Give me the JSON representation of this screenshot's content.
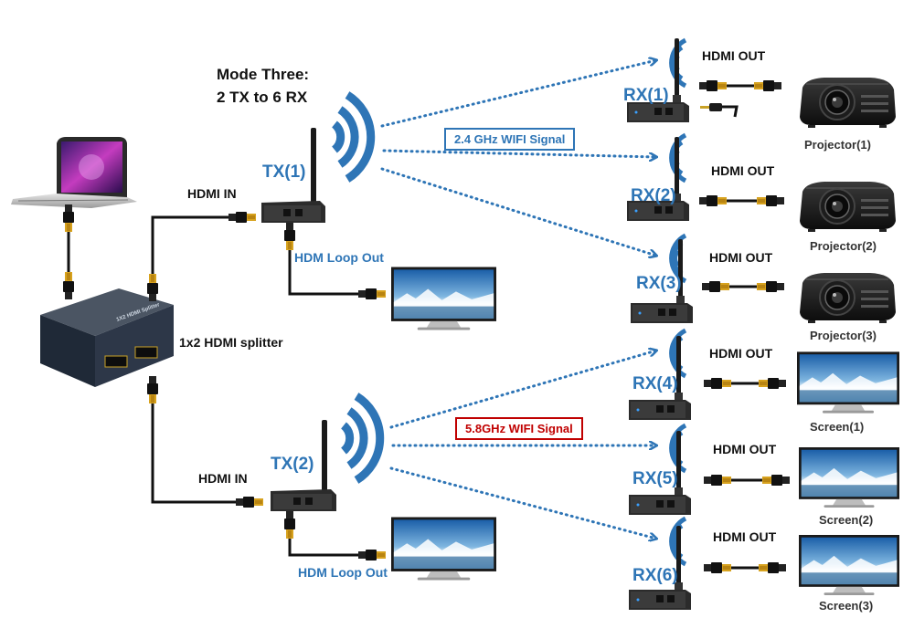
{
  "title": {
    "line1": "Mode Three:",
    "line2": "2 TX to 6 RX"
  },
  "signals": {
    "band_24": {
      "label": "2.4 GHz WIFI Signal",
      "color": "#2e75b6"
    },
    "band_58": {
      "label": "5.8GHz WIFI Signal",
      "color": "#c00000"
    }
  },
  "splitter": {
    "label": "1x2 HDMI splitter"
  },
  "transmitters": [
    {
      "label": "TX(1)",
      "hdmi_in": "HDMI IN",
      "loop_out": "HDM Loop Out"
    },
    {
      "label": "TX(2)",
      "hdmi_in": "HDMI IN",
      "loop_out": "HDM Loop Out"
    }
  ],
  "receivers": [
    {
      "label": "RX(1)",
      "hdmi_out": "HDMI OUT",
      "display": "Projector(1)"
    },
    {
      "label": "RX(2)",
      "hdmi_out": "HDMI OUT",
      "display": "Projector(2)"
    },
    {
      "label": "RX(3)",
      "hdmi_out": "HDMI OUT",
      "display": "Projector(3)"
    },
    {
      "label": "RX(4)",
      "hdmi_out": "HDMI OUT",
      "display": "Screen(1)"
    },
    {
      "label": "RX(5)",
      "hdmi_out": "HDMI OUT",
      "display": "Screen(2)"
    },
    {
      "label": "RX(6)",
      "hdmi_out": "HDMI OUT",
      "display": "Screen(3)"
    }
  ],
  "colors": {
    "accent_blue": "#2e75b6",
    "accent_red": "#c00000",
    "cable": "#111111"
  },
  "icons": [
    "laptop-icon",
    "splitter-icon",
    "transmitter-icon",
    "receiver-icon",
    "projector-icon",
    "monitor-icon",
    "hdmi-plug-icon",
    "wifi-wave-icon"
  ]
}
